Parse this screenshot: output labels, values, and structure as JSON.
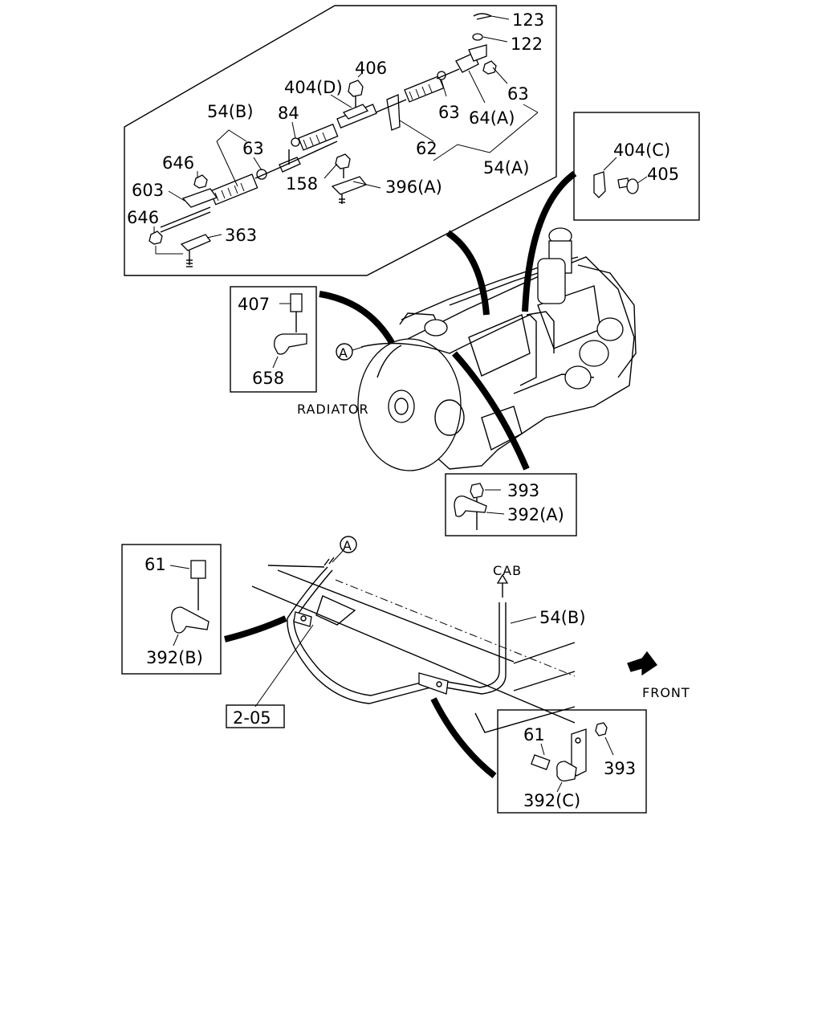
{
  "labels": {
    "l123": "123",
    "l122": "122",
    "l406": "406",
    "l404d": "404(D)",
    "l63a": "63",
    "l63b": "63",
    "l63c": "63",
    "l54b_top": "54(B)",
    "l84": "84",
    "l64a": "64(A)",
    "l62": "62",
    "l54a": "54(A)",
    "l646a": "646",
    "l603": "603",
    "l646b": "646",
    "l363": "363",
    "l158": "158",
    "l396a": "396(A)",
    "l404c": "404(C)",
    "l405": "405",
    "l407": "407",
    "l658": "658",
    "circleA1": "A",
    "radiator": "RADIATOR",
    "l393a": "393",
    "l392a": "392(A)",
    "l61a": "61",
    "l392b": "392(B)",
    "circleA2": "A",
    "cab": "CAB",
    "l54b_bottom": "54(B)",
    "front": "FRONT",
    "ref205": "2-05",
    "l61b": "61",
    "l393b": "393",
    "l392c": "392(C)"
  }
}
